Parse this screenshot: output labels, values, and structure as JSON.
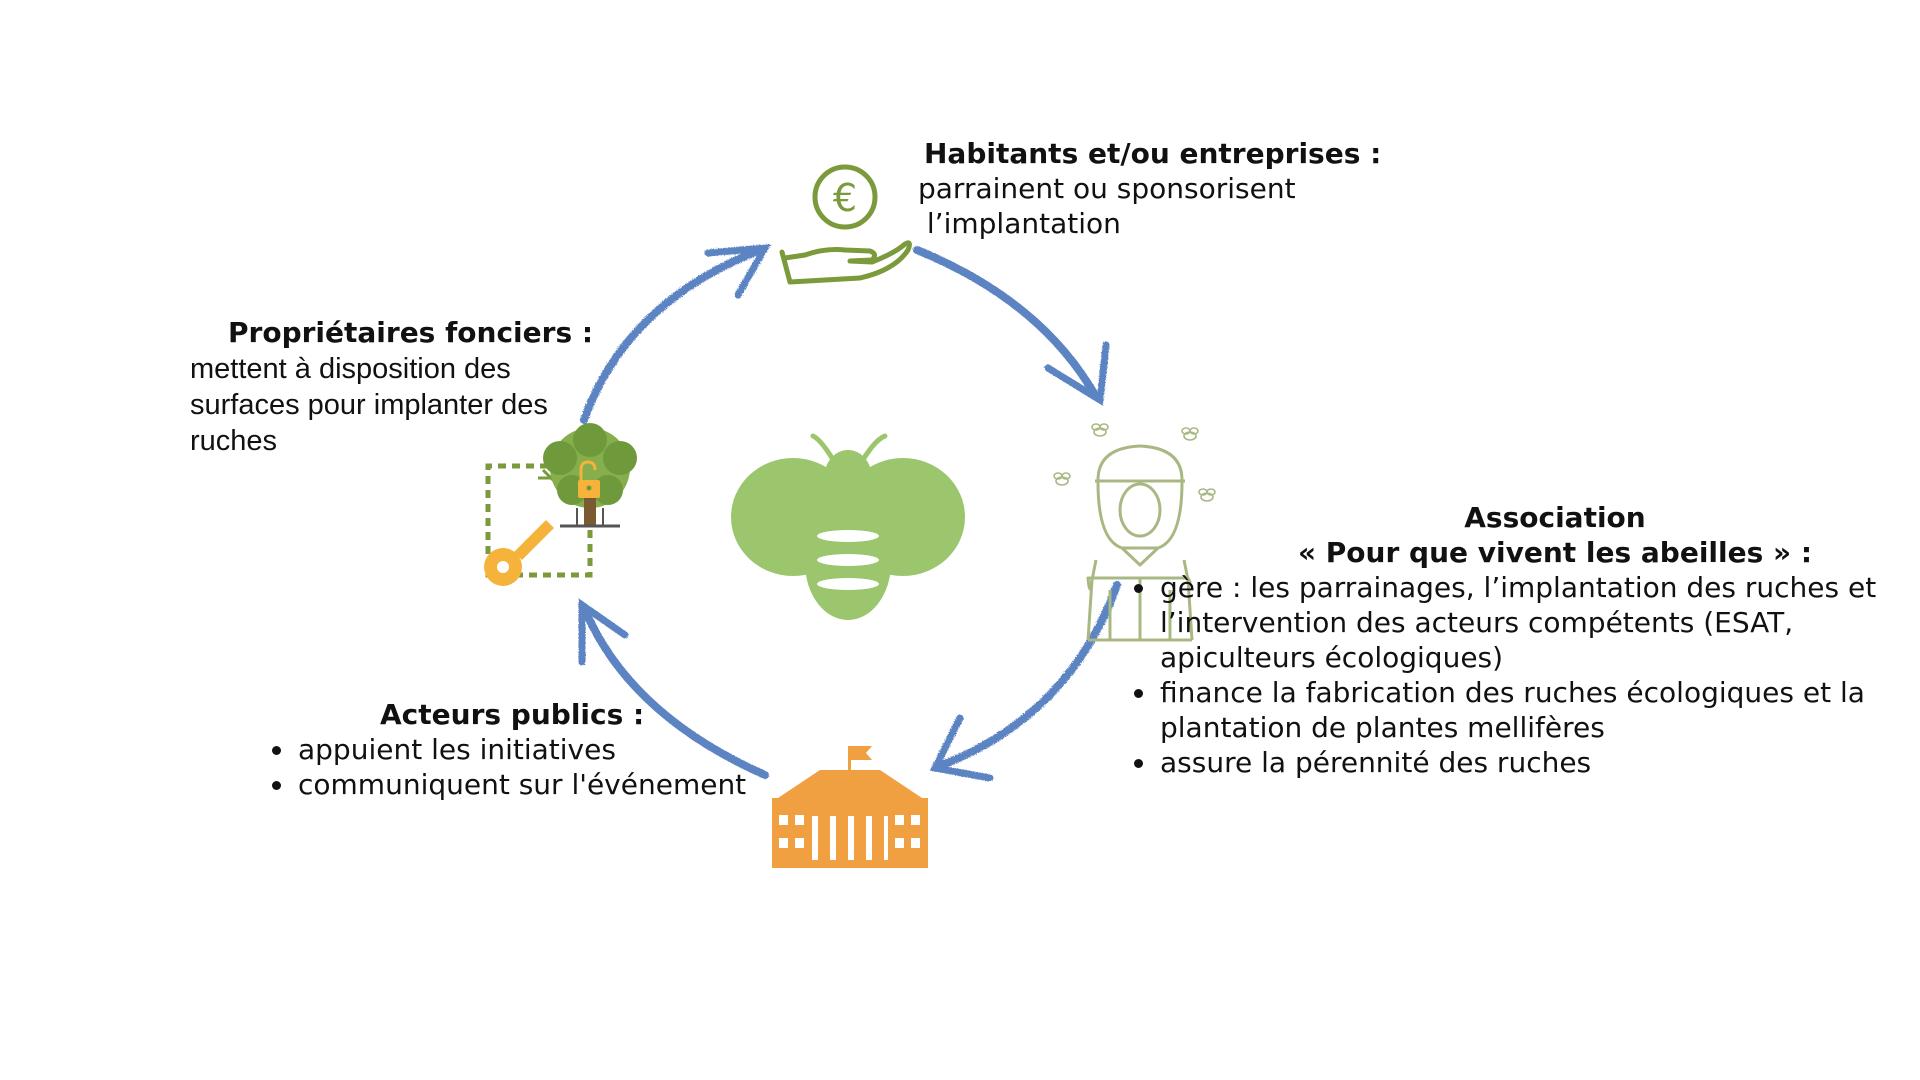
{
  "colors": {
    "olive": "#7a9a3c",
    "bee_green": "#9cc66e",
    "arrow_blue": "#5b83c2",
    "orange": "#f0a040",
    "key_orange": "#f5b33b",
    "beekeeper": "#a9b883"
  },
  "icons": [
    "euro-hand-icon",
    "beekeeper-icon",
    "town-hall-icon",
    "tree-key-icon",
    "bee-icon"
  ],
  "habitants": {
    "title": "Habitants et/ou entreprises :",
    "lines": [
      "parrainent ou sponsorisent",
      " l’implantation"
    ]
  },
  "proprietaires": {
    "title": "Propriétaires fonciers :",
    "lines": [
      "mettent à disposition des",
      "surfaces pour implanter des",
      "ruches"
    ]
  },
  "acteurs": {
    "title": "Acteurs publics :",
    "items": [
      "appuient les initiatives",
      "communiquent sur l'événement"
    ]
  },
  "association": {
    "title_line1": "Association",
    "title_line2": "« Pour que vivent les abeilles » :",
    "items": [
      "gère : les parrainages, l’implantation des ruches et l’intervention des acteurs compétents (ESAT, apiculteurs écologiques)",
      "finance la fabrication des ruches écologiques et la plantation de plantes mellifères",
      "assure la pérennité des ruches"
    ],
    "item_lines": [
      [
        "gère : les parrainages, l’implantation des ruches et",
        "l’intervention des acteurs compétents (ESAT,",
        "apiculteurs écologiques)"
      ],
      [
        "finance la fabrication des ruches écologiques et la",
        "plantation de plantes mellifères"
      ],
      [
        "assure la pérennité des ruches"
      ]
    ]
  }
}
